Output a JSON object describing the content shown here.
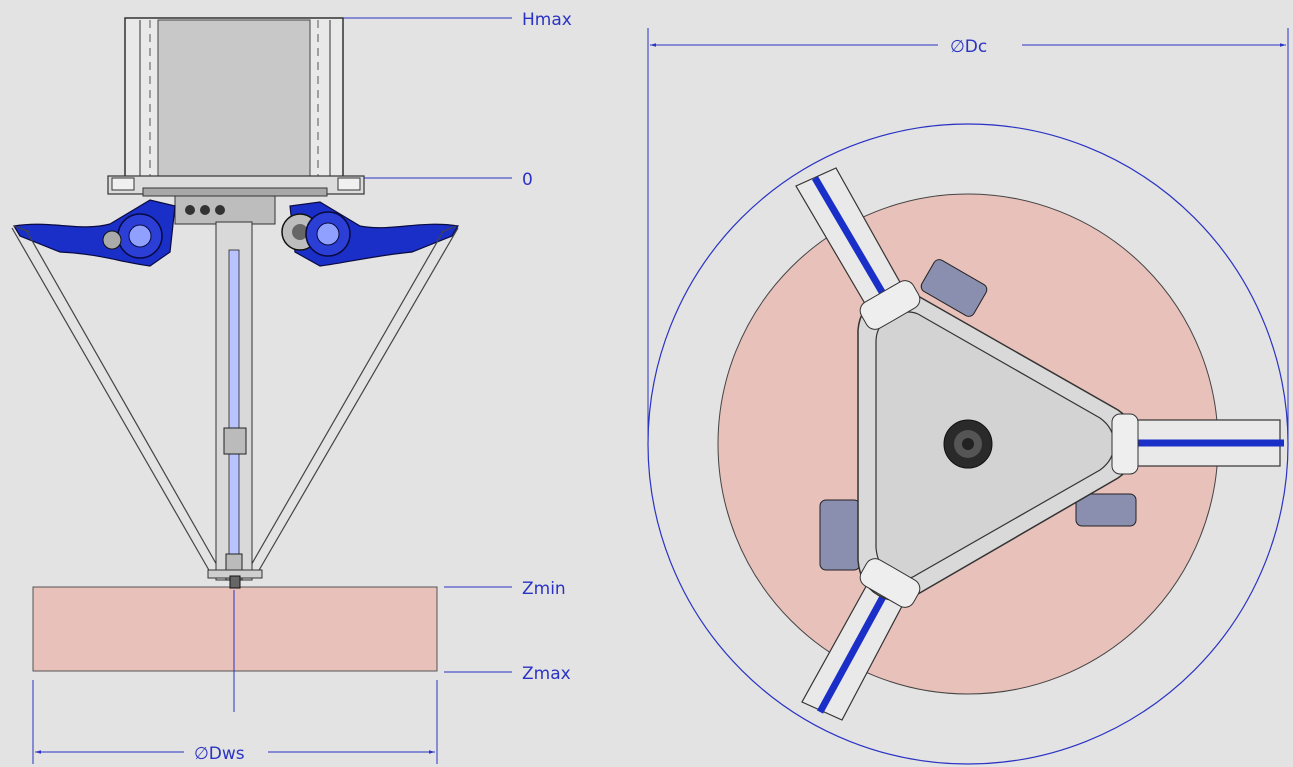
{
  "side_view": {
    "levels": {
      "hmax": "Hmax",
      "zero": "0",
      "zmin": "Zmin",
      "zmax": "Zmax"
    },
    "workspace_diameter": "∅Dws"
  },
  "top_view": {
    "cylinder_diameter": "∅Dc"
  },
  "colors": {
    "background": "#e3e3e3",
    "dimension_line": "#2a33c4",
    "workspace_fill": "#e8c1bb",
    "arm_blue": "#1a2fc8",
    "frame_gray": "#c9c9c9"
  }
}
